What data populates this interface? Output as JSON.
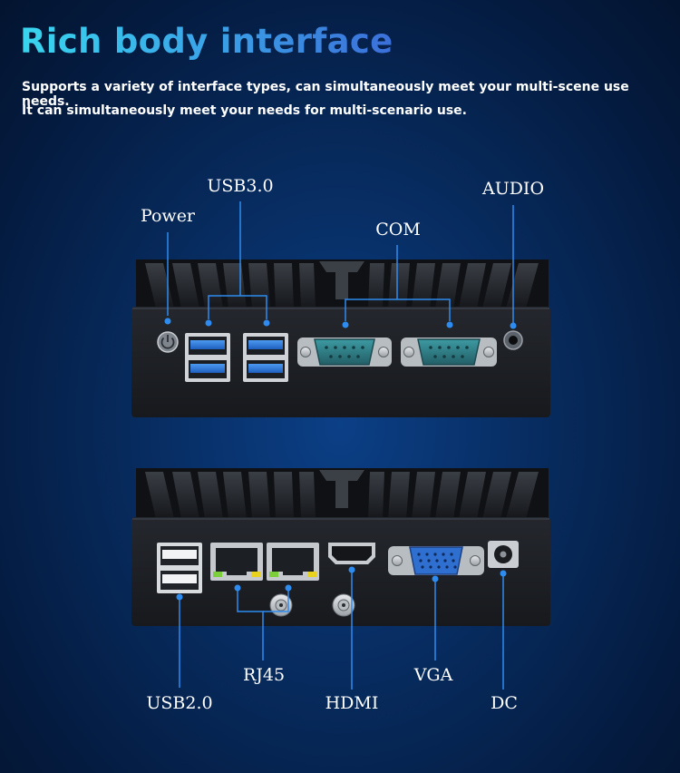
{
  "header": {
    "title": "Rich body interface",
    "subtitle_line1": "Supports a variety of interface types, can simultaneously meet your multi-scene use needs.",
    "subtitle_line2": "It can simultaneously meet your needs for multi-scenario use."
  },
  "front_panel": {
    "labels": {
      "power": "Power",
      "usb3": "USB3.0",
      "com": "COM",
      "audio": "AUDIO"
    }
  },
  "rear_panel": {
    "labels": {
      "usb2": "USB2.0",
      "rj45": "RJ45",
      "hdmi": "HDMI",
      "vga": "VGA",
      "dc": "DC"
    }
  },
  "colors": {
    "accent_line": "#2e8cf0",
    "usb3_blue": "#2a79d8",
    "com_teal": "#2f7f86",
    "vga_blue": "#2f6fd0",
    "led_yellow": "#e8d21e",
    "chassis": "#1a1d22"
  }
}
